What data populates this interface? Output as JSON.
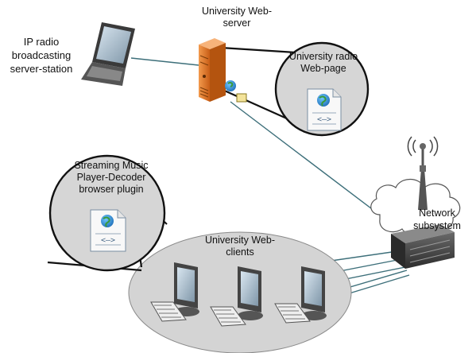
{
  "labels": {
    "radio_station": [
      "IP radio",
      "broadcasting",
      "server-station"
    ],
    "web_server": [
      "University Web-",
      "server"
    ],
    "radio_webpage": [
      "University radio",
      "Web-page"
    ],
    "plugin": [
      "Streaming Music",
      "Player-Decoder",
      "browser plugin"
    ],
    "network": [
      "Network",
      "subsystem"
    ],
    "clients": [
      "University Web-",
      "clients"
    ]
  },
  "colors": {
    "callout_fill": "#d6d6d6",
    "clients_fill": "#d4d4d4",
    "server_orange": "#e87a2a",
    "link_line": "#3d6f7a",
    "monitor_dark": "#444444"
  },
  "icons": [
    "laptop-icon",
    "server-icon",
    "webpage-icon",
    "globe-icon",
    "network-cloud-icon",
    "antenna-icon",
    "network-switch-icon",
    "monitor-icon",
    "keyboard-icon"
  ]
}
